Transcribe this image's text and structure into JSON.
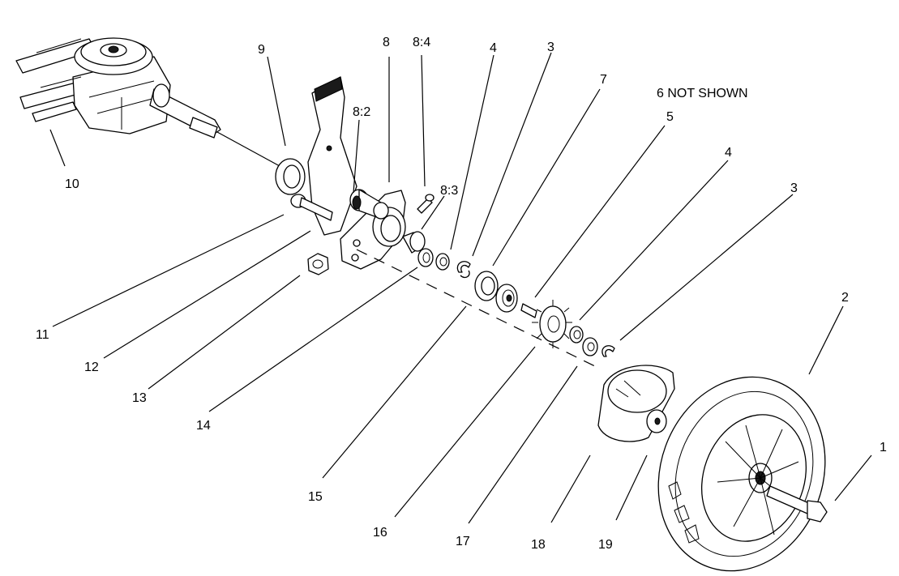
{
  "note": "6 NOT SHOWN",
  "labels": {
    "l1": "1",
    "l2": "2",
    "l3a": "3",
    "l3b": "3",
    "l4a": "4",
    "l4b": "4",
    "l5": "5",
    "l7": "7",
    "l8": "8",
    "l8_2": "8:2",
    "l8_3": "8:3",
    "l8_4": "8:4",
    "l9": "9",
    "l10": "10",
    "l11": "11",
    "l12": "12",
    "l13": "13",
    "l14": "14",
    "l15": "15",
    "l16": "16",
    "l17": "17",
    "l18": "18",
    "l19": "19"
  }
}
